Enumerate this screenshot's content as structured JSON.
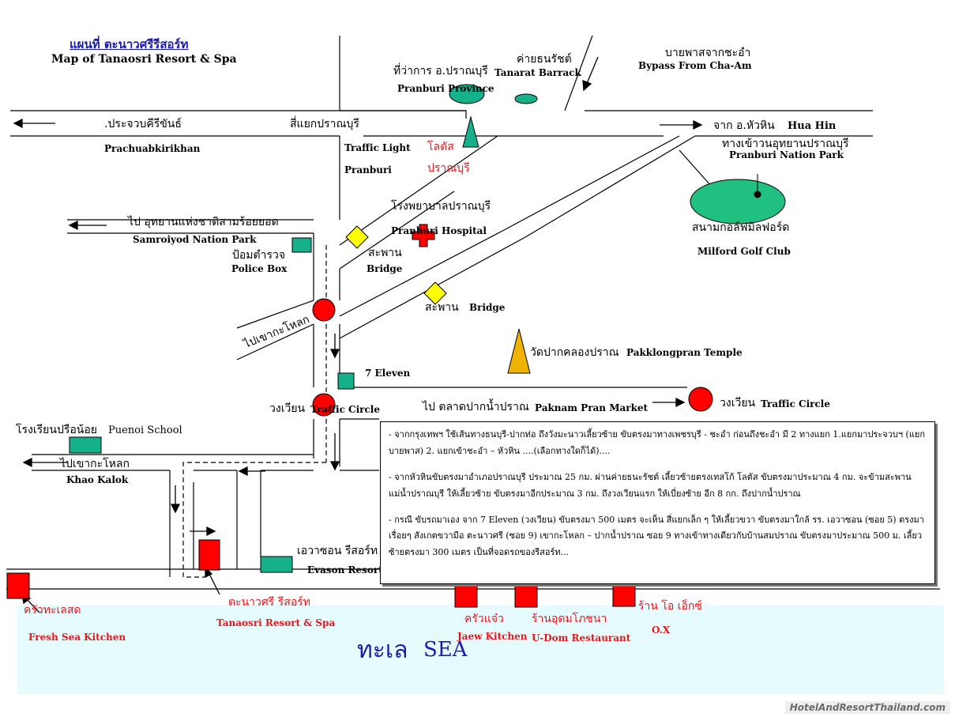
{
  "title": {
    "thai": "แผนที่ ตะนาวศรีรีสอร์ท",
    "english": "Map of Tanaosri Resort & Spa"
  },
  "labels": {
    "pranburi_province_th": "ที่ว่าการ อ.ปราณบุรี",
    "pranburi_province_en": "Pranburi Province",
    "tanarat_th": "ค่ายธนรัชต์",
    "tanarat_en": "Tanarat Barrack",
    "bypass_th": "บายพาสจากชะอำ",
    "bypass_en": "Bypass From Cha-Am",
    "prachuab_th": ".ประจวบคีรีขันธ์",
    "prachuab_en": "Prachuabkirikhan",
    "pranburi_junction_th": "สี่แยกปราณบุรี",
    "traffic_light_en": "Traffic Light",
    "pranburi_en": "Pranburi",
    "lotus_line1": "โลตัส",
    "lotus_line2": "ปราณบุรี",
    "from_huahin_th": "จาก อ.หัวหิน",
    "from_huahin_en": "Hua Hin",
    "pranburi_park_th": "ทางเข้าวนอุทยานปราณบุรี",
    "pranburi_park_en": "Pranburi Nation Park",
    "hospital_th": "โรงพยาบาลปราณบุรี",
    "hospital_en": "Pranburi Hospital",
    "samroiyod_th": "ไป อุทยานแห่งชาติสามร้อยยอด",
    "samroiyod_en": "Samroiyod Nation Park",
    "police_th": "ป้อมตำรวจ",
    "police_en": "Police Box",
    "bridge1_th": "สะพาน",
    "bridge1_en": "Bridge",
    "golf_th": "สนามกอล์ฟมิลฟอร์ด",
    "golf_en": "Milford Golf Club",
    "to_khaokalok_diag": "ไปเขากะโหลก",
    "bridge2_th": "สะพาน",
    "bridge2_en": "Bridge",
    "temple_th": "วัดปากคลองปราณ",
    "temple_en": "Pakklongpran Temple",
    "seven_eleven": "7 Eleven",
    "circle1_th": "วงเวียน",
    "circle1_en": "Traffic Circle",
    "market_th": "ไป ตลาดปากน้ำปราณ",
    "market_en": "Paknam Pran Market",
    "circle2_th": "วงเวียน",
    "circle2_en": "Traffic Circle",
    "school_th": "โรงเรียนปรือน้อย",
    "school_en": "Puenoi School",
    "khaokalok_th": "ไปเขากะโหลก",
    "khaokalok_en": "Khao Kalok",
    "evason_th": "เอวาซอน รีสอร์ท",
    "evason_en": "Evason Resort",
    "fresh_th": "ครัวทะเลสด",
    "fresh_en": "Fresh Sea Kitchen",
    "tanaosri_th": "ตะนาวศรี รีสอร์ท",
    "tanaosri_en": "Tanaosri Resort & Spa",
    "jaew_th": "ครัวแจ๋ว",
    "jaew_en": "Jaew Kitchen",
    "udom_th": "ร้านอุดมโภชนา",
    "udom_en": "U-Dom Restaurant",
    "ox_th": "ร้าน โอ เอ็กซ์",
    "ox_en": "O.X",
    "sea_th": "ทะเล",
    "sea_en": "SEA"
  },
  "directions": [
    "-  จากกรุงเทพฯ ใช้เส้นทางธนบุรี-ปากท่อ ถึงวังมะนาวเลี้ยวซ้าย ขับตรงมาทางเพชรบุรี - ชะอำ ก่อนถึงชะอำ มี 2 ทางแยก 1.แยกมาประจวบฯ (แยกบายพาส)  2. แยกเข้าชะอำ – หัวหิน ....(เลือกทางใดก็ได้)....",
    "-  จากหัวหินขับตรงมาอำเภอปราณบุรี ประมาณ 25 กม. ผ่านค่ายธนะรัชต์ เลี้ยวซ้ายตรงเทสโก้ โลตัส ขับตรงมาประมาณ 4 กม. จะข้ามสะพานแม่น้ำปราณบุรี ให้เลี้ยวซ้าย ขับตรงมาอีกประมาณ 3 กม. ถึงวงเวียนแรก ให้เบี่ยงซ้าย อีก 8 กก. ถึงปากน้ำปราณ",
    "-  กรณี ขับรถมาเอง จาก 7 Eleven (วงเวียน) ขับตรงมา 500 เมตร จะเห็น สี่แยกเล็ก ๆ ให้เลี้ยวขวา ขับตรงมาใกล้ รร. เอวาซอน (ซอย 5)  ตรงมาเรื่อยๆ สังเกตขวามือ  ตะนาวศรี (ซอย 9) เขากะโหลก – ปากน้ำปราณ ซอย 9  ทางเข้าทางเดียวกับบ้านสมปราณ ขับตรงมาประมาณ 500 ม. เลี้ยวซ้ายตรงมา 300 เมตร เป็นที่จอดรถของรีสอร์ท..."
  ],
  "watermark": "HotelAndResortThailand.com",
  "colors": {
    "sea": "#e5fbfd",
    "landmark_red": "#ff0000",
    "marker_teal": "#14b18a",
    "bridge_yellow": "#ffff00",
    "temple_gold": "#f0b400",
    "golf_green": "#20c080",
    "label_red": "#e8161b",
    "title_blue": "#1a1ab0"
  }
}
